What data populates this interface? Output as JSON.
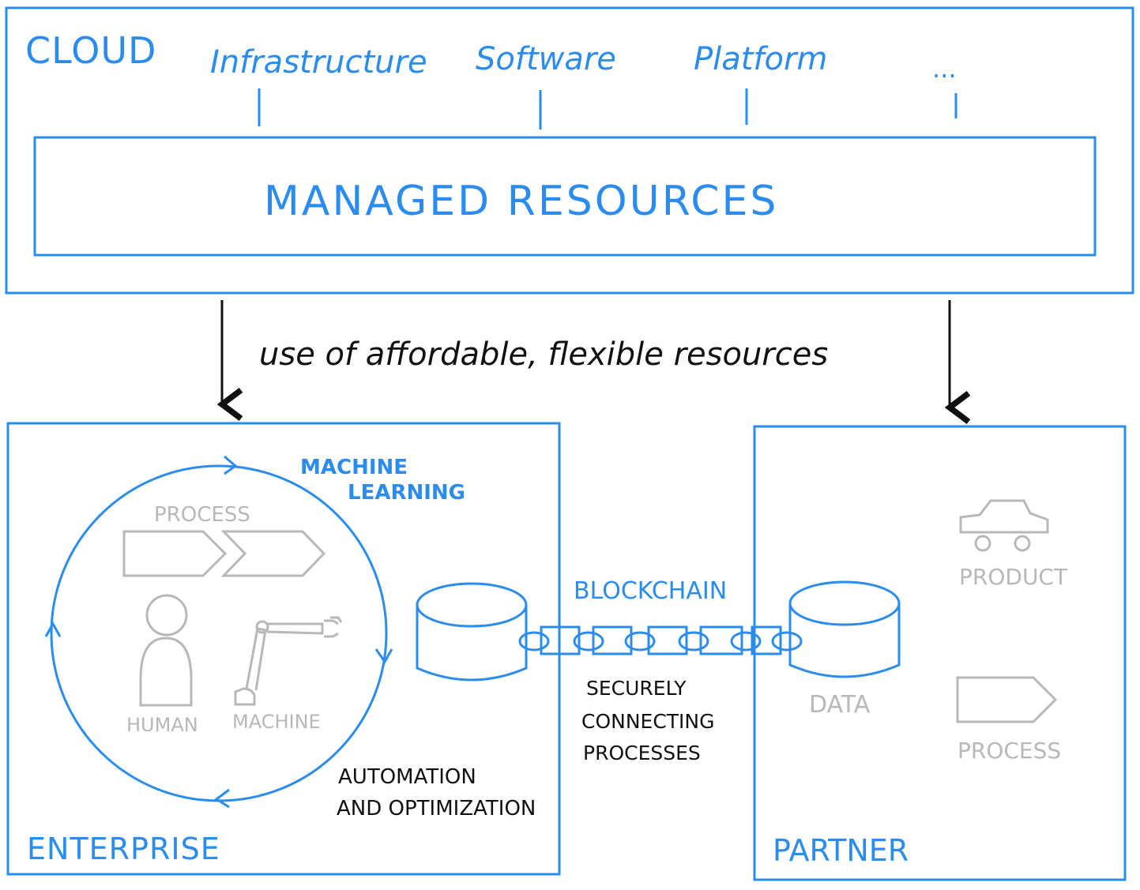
{
  "colors": {
    "accent": "#2b8cf0",
    "ink": "#111111",
    "muted": "#b8b8b8"
  },
  "cloud": {
    "title": "CLOUD",
    "service_types": [
      "Infrastructure",
      "Software",
      "Platform",
      "..."
    ],
    "managed_resources": "MANAGED RESOURCES"
  },
  "flow_label": "use of affordable, flexible resources",
  "enterprise": {
    "title": "ENTERPRISE",
    "cycle_label_1": "MACHINE",
    "cycle_label_2": "LEARNING",
    "process_label": "PROCESS",
    "human_label": "HUMAN",
    "machine_label": "MACHINE",
    "automation_label_1": "AUTOMATION",
    "automation_label_2": "AND OPTIMIZATION"
  },
  "blockchain": {
    "title": "BLOCKCHAIN",
    "caption_1": "SECURELY",
    "caption_2": "CONNECTING",
    "caption_3": "PROCESSES"
  },
  "partner": {
    "title": "PARTNER",
    "data_label": "DATA",
    "product_label": "PRODUCT",
    "process_label": "PROCESS"
  }
}
